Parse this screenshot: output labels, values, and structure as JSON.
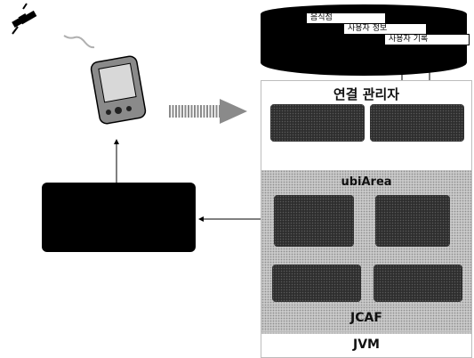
{
  "db_tabs": [
    "음식점",
    "사용자 정보",
    "사용자 기록"
  ],
  "connection_manager": "연결 관리자",
  "ubiarea": "ubiArea",
  "jcaf": "JCAF",
  "jvm": "JVM",
  "colors": {
    "ubiarea_bg": "#c9c9c9",
    "block": "#2e2e2e",
    "box": "#000000"
  }
}
